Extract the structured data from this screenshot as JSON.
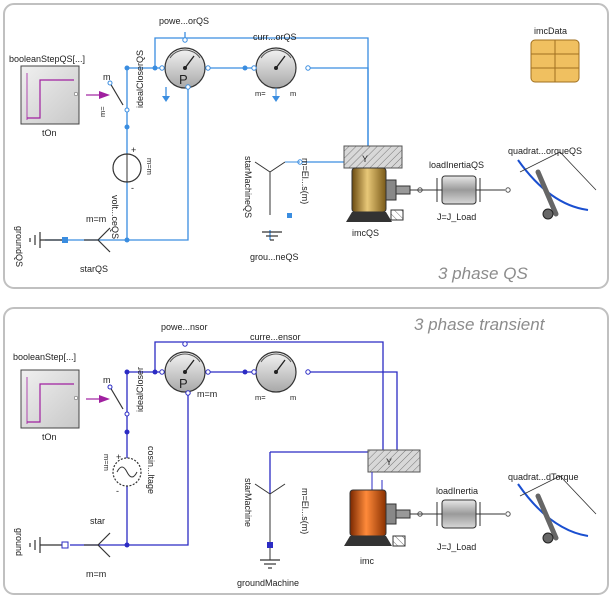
{
  "panels": {
    "qs": {
      "title": "3 phase QS",
      "labels": {
        "boolean_step": "booleanStepQS[...]",
        "ton": "tOn",
        "ideal_closer": "idealCloserQS",
        "m_closer": "m",
        "m_eq_closer": "m=",
        "power_sensor": "powe...orQS",
        "current_sensor": "curr...orQS",
        "current_m_left": "m=",
        "current_m_right": "m",
        "voltage_source": "volt...ceQS",
        "m_eq_source": "m=m",
        "ground": "groundQS",
        "star": "starQS",
        "m_eq_star": "m=m",
        "star_machine": "starMachineQS",
        "m_eq_el": "m=El...s(m)",
        "ground_machine": "grou...neQS",
        "machine": "imcQS",
        "load_inertia": "loadInertiaQS",
        "j_load": "J=J_Load",
        "quadratic": "quadrat...orqueQS",
        "imc_data": "imcData",
        "p": "P",
        "y": "Y",
        "plus": "+",
        "minus": "-"
      }
    },
    "tr": {
      "title": "3 phase transient",
      "labels": {
        "boolean_step": "booleanStep[...]",
        "ton": "tOn",
        "ideal_closer": "idealCloser",
        "m_closer": "m",
        "power_sensor": "powe...nsor",
        "power_m": "m=m",
        "current_sensor": "curre...ensor",
        "current_m_left": "m=",
        "current_m_right": "m",
        "voltage_source": "cosin...ltage",
        "m_eq_source": "m=m",
        "ground": "ground",
        "star": "star",
        "m_eq_star": "m=m",
        "star_machine": "starMachine",
        "m_eq_el": "m=El...s(m)",
        "ground_machine": "groundMachine",
        "machine": "imc",
        "load_inertia": "loadInertia",
        "j_load": "J=J_Load",
        "quadratic": "quadrat...dTorque",
        "p": "P",
        "y": "Y",
        "plus": "+",
        "minus": "-"
      }
    }
  },
  "colors": {
    "wire_qs": "#3a8de0",
    "wire_transient": "#2b2bc4",
    "step_signal": "#a020a0",
    "machine_qs": "#c8a04a",
    "machine_transient": "#e06010",
    "data_orange": "#f0c060",
    "panel_border": "#c0c0c0"
  }
}
